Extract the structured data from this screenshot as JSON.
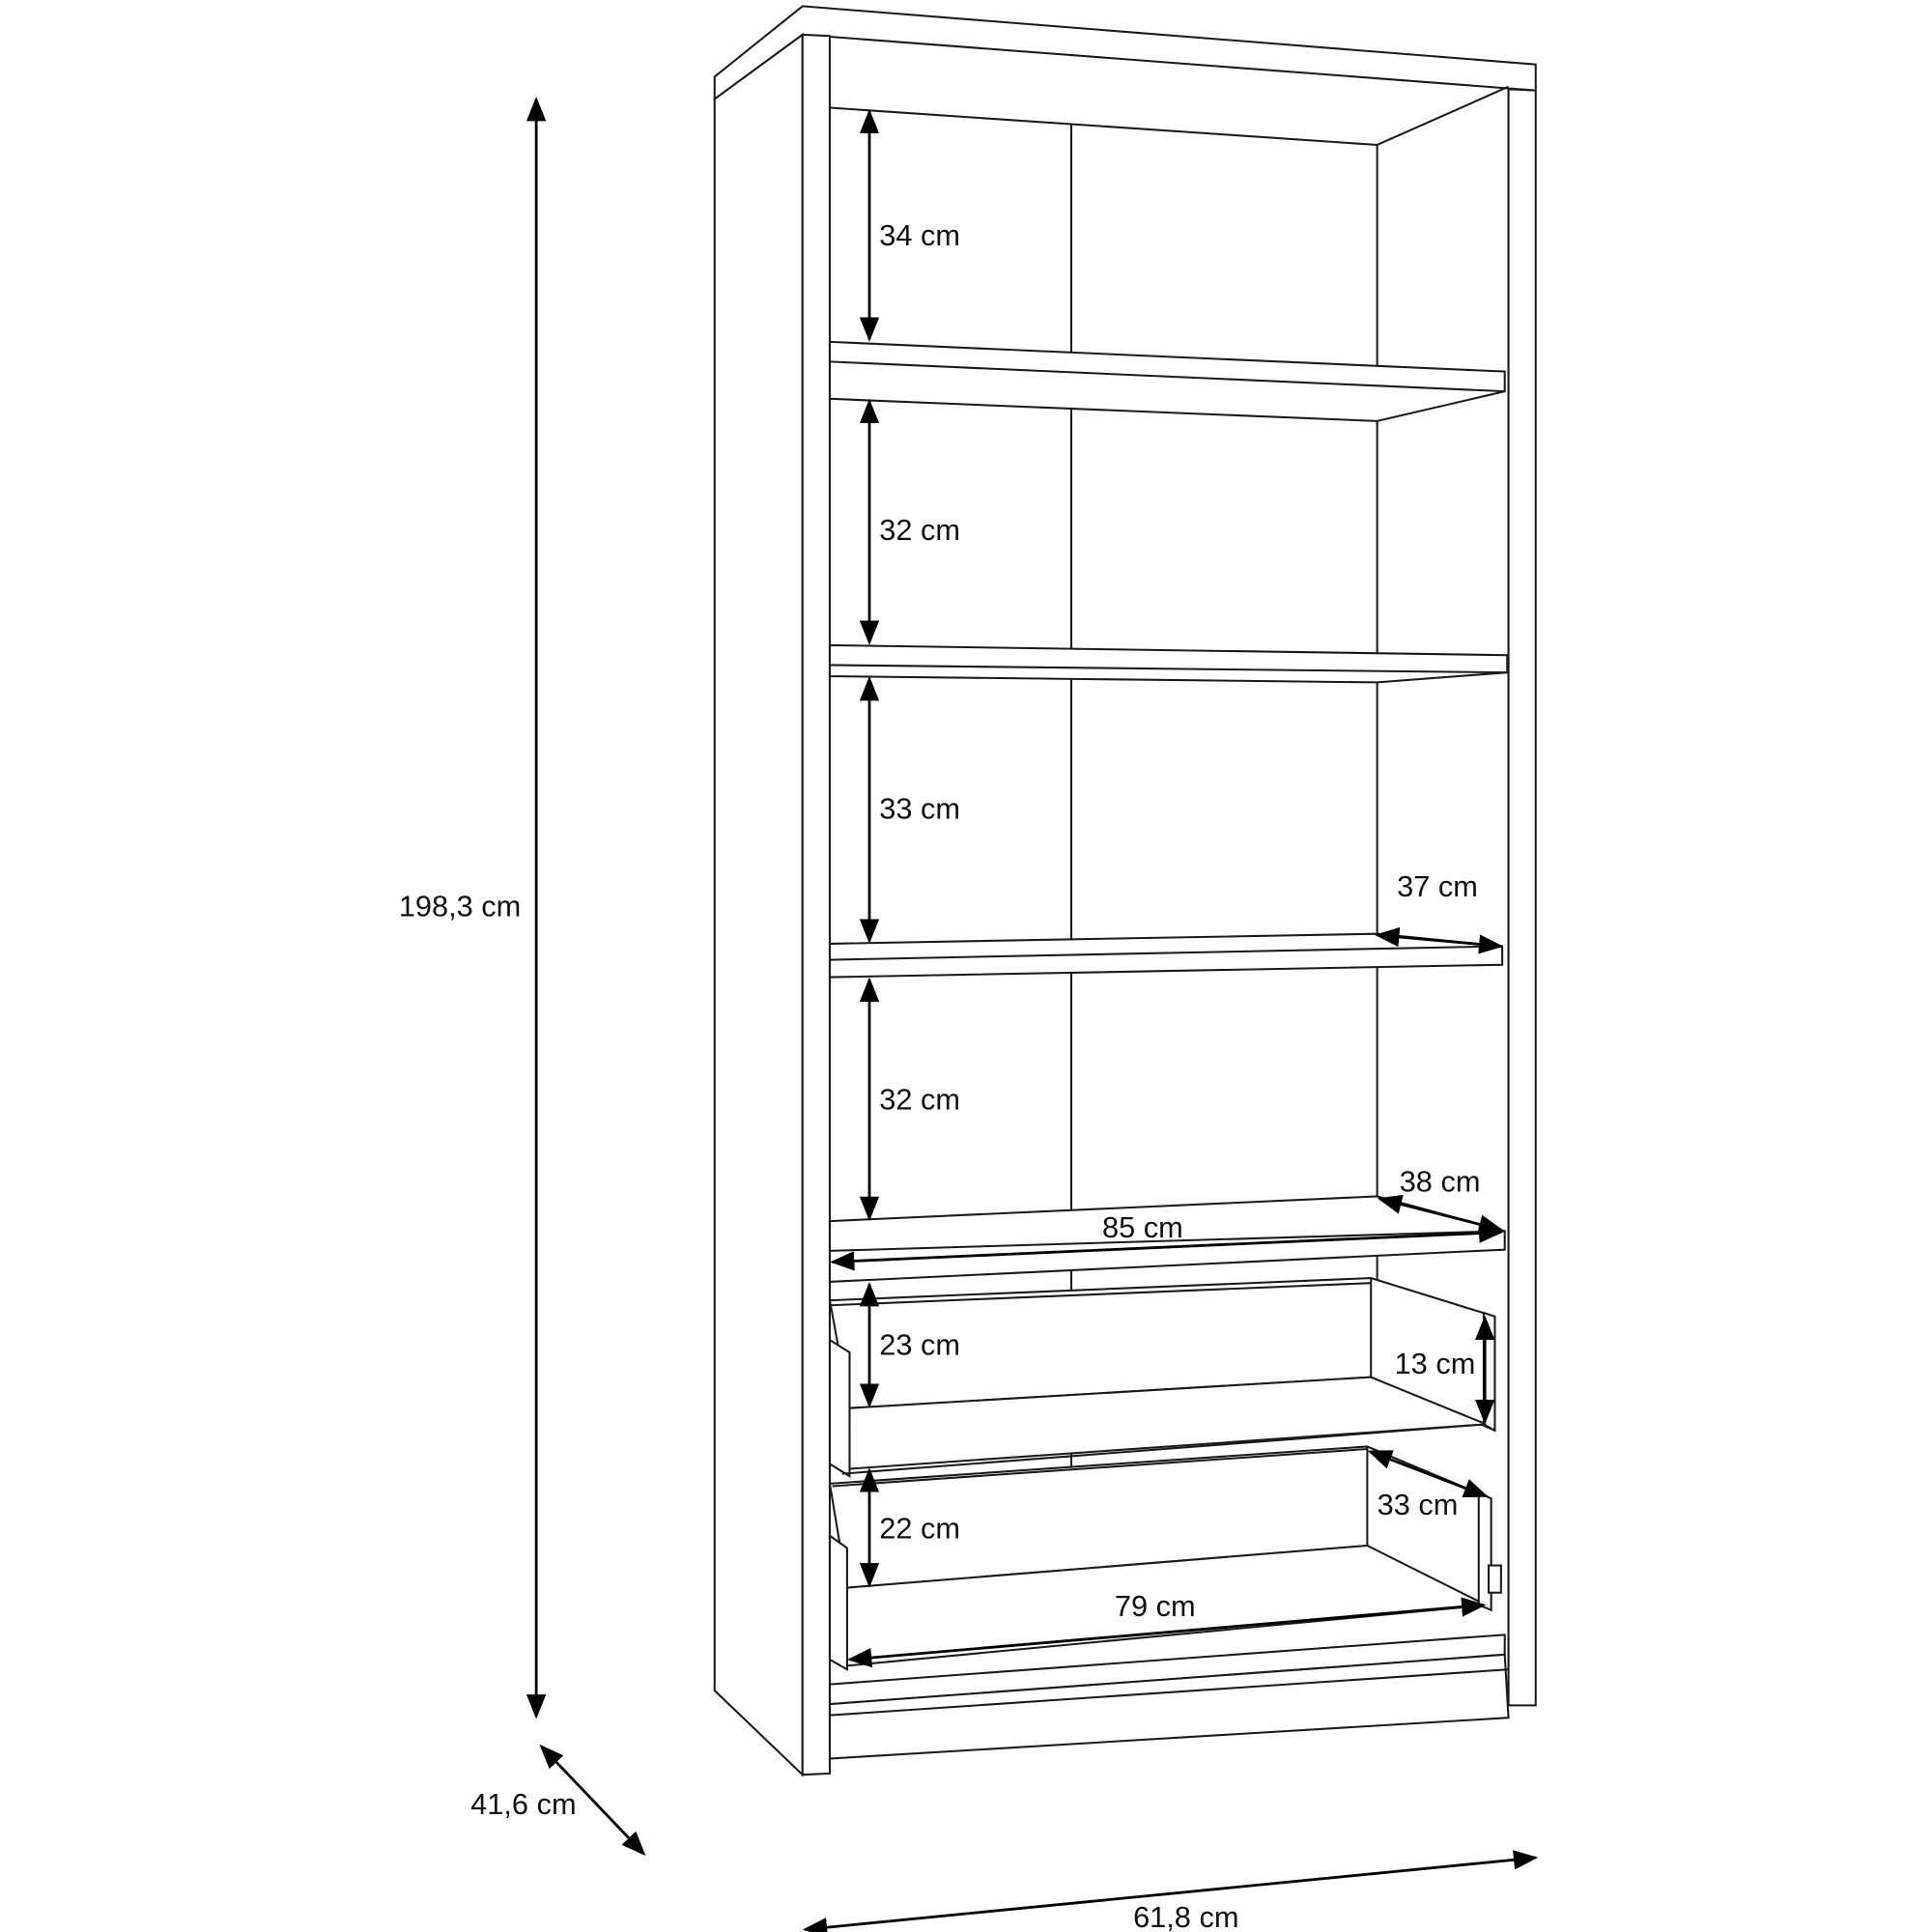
{
  "diagram": {
    "subject": "bookcase",
    "colors": {
      "line": "#1a1a1a",
      "background": "#ffffff"
    },
    "dimensions": {
      "height_total": "198,3 cm",
      "depth_total": "41,6 cm",
      "width_total": "61,8 cm",
      "compartment_1_height": "34 cm",
      "compartment_2_height": "32 cm",
      "compartment_3_height": "33 cm",
      "compartment_4_height": "32 cm",
      "shelf_depth_upper": "37 cm",
      "shelf_depth_lower": "38 cm",
      "shelf_width": "85 cm",
      "drawer_1_opening": "23 cm",
      "drawer_1_side_height": "13 cm",
      "drawer_2_opening": "22 cm",
      "drawer_2_depth": "33 cm",
      "drawer_2_width": "79 cm"
    }
  }
}
